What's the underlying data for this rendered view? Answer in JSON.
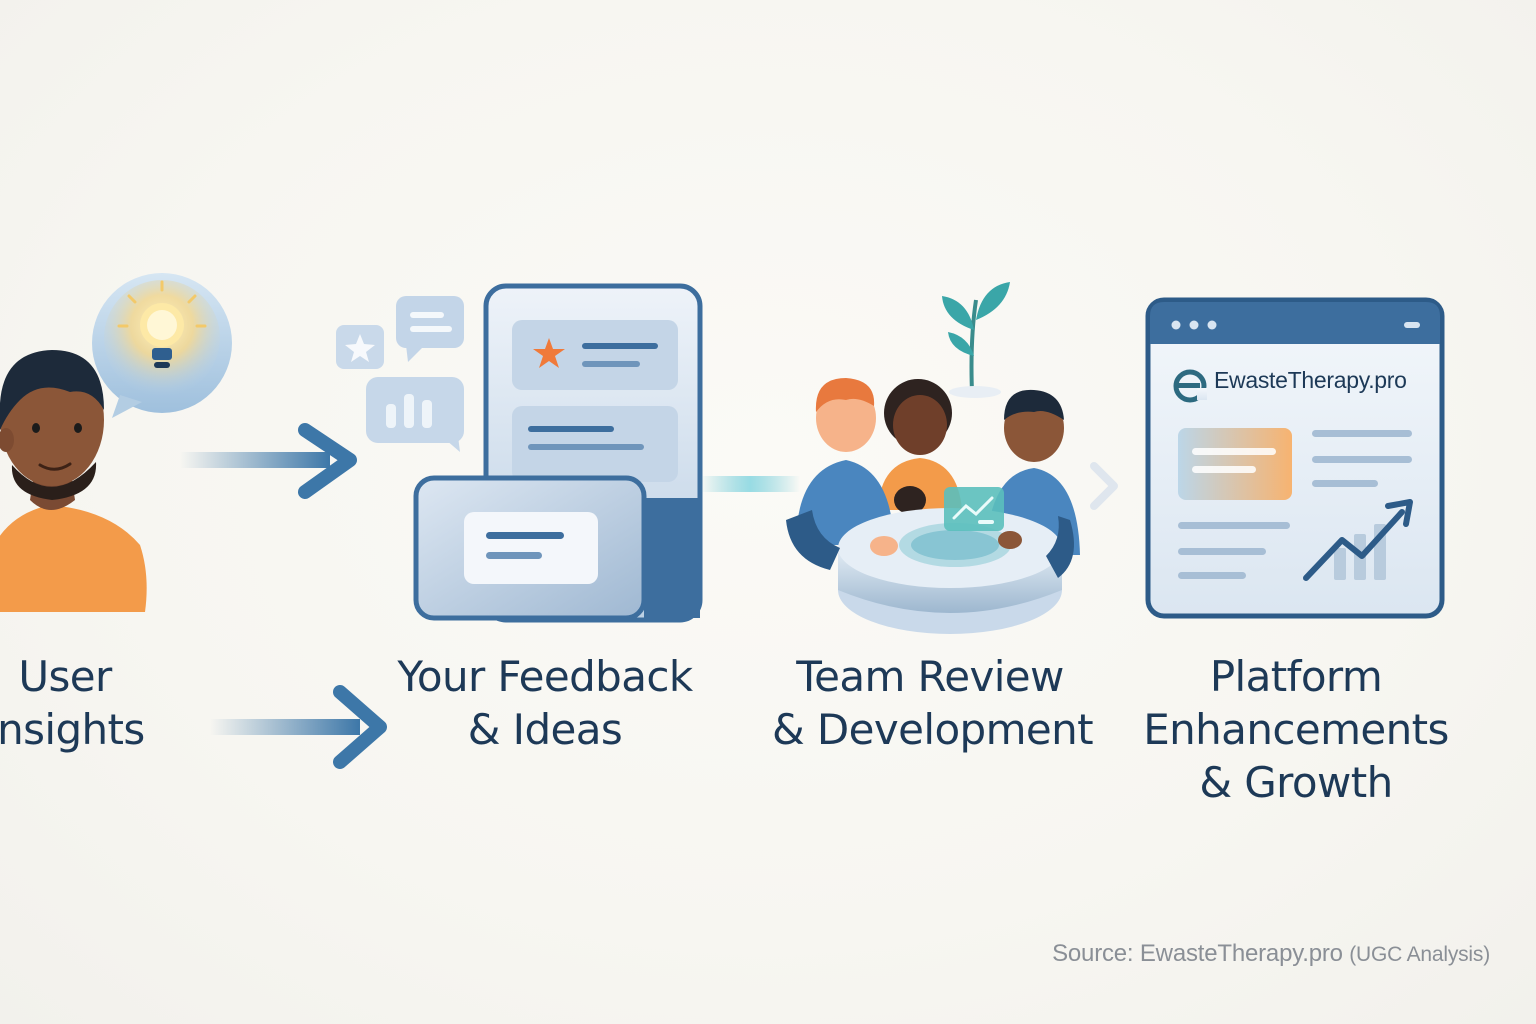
{
  "stages": [
    {
      "id": "user-insights",
      "lines": [
        "User",
        "Insights"
      ]
    },
    {
      "id": "feedback",
      "lines": [
        "Your Feedback",
        "& Ideas"
      ]
    },
    {
      "id": "team-review",
      "lines": [
        "Team Review",
        "& Development"
      ]
    },
    {
      "id": "platform",
      "lines": [
        "Platform",
        "Enhancements",
        "& Growth"
      ]
    }
  ],
  "platform_window": {
    "site_name": "EwasteTherapy.pro",
    "logo_letter": "e"
  },
  "source": {
    "prefix": "Source:",
    "name": "EwasteTherapy.pro",
    "suffix": "(UGC Analysis)"
  },
  "colors": {
    "navy": "#1d3957",
    "blue": "#3d77a8",
    "light_blue": "#c9d9ea",
    "orange": "#f08a3c",
    "teal": "#3aa6a8"
  },
  "icons": [
    "person-icon",
    "lightbulb-icon",
    "star-icon",
    "chat-icon",
    "bar-chart-icon",
    "feedback-cards-icon",
    "team-meeting-icon",
    "plant-icon",
    "browser-window-icon",
    "growth-chart-icon",
    "arrow-icon"
  ]
}
